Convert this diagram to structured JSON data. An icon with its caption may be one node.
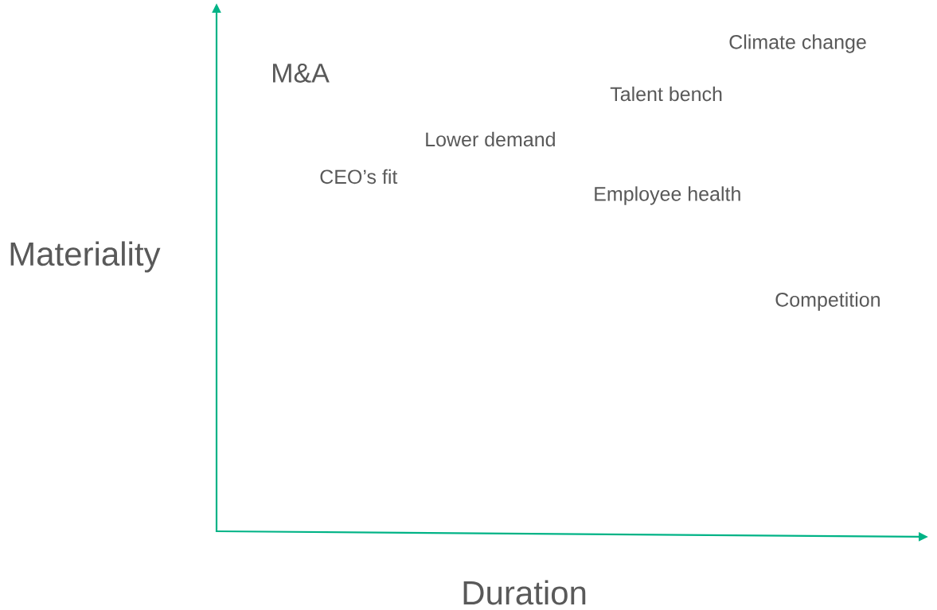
{
  "diagram": {
    "labels": [
      "Climate change",
      "M&A",
      "Talent bench",
      "Lower demand",
      "CEO’s fit",
      "Employee health",
      "Materiality",
      "Competition",
      "Duration"
    ]
  }
}
